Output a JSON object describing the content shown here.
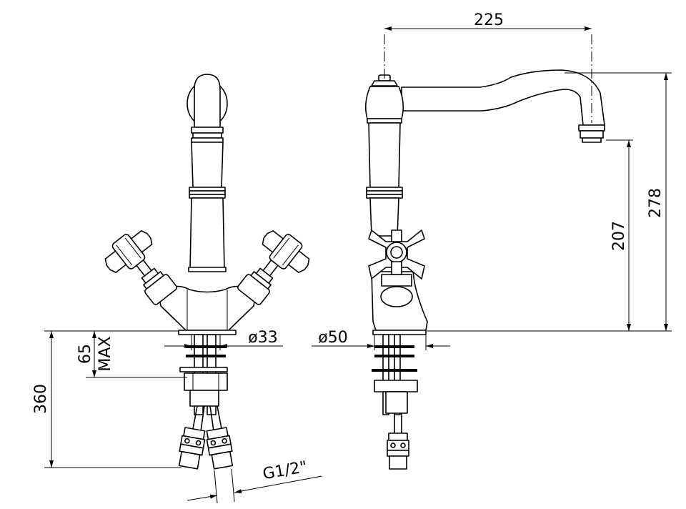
{
  "dimensions": {
    "spout_reach": "225",
    "total_height": "278",
    "spout_height": "207",
    "connector_length": "360",
    "deck_thickness": "65",
    "deck_thickness_suffix": "MAX",
    "shank_diameter": "ø33",
    "base_diameter": "ø50",
    "thread": "G1/2\""
  },
  "colors": {
    "line": "#000000",
    "background": "#ffffff"
  }
}
